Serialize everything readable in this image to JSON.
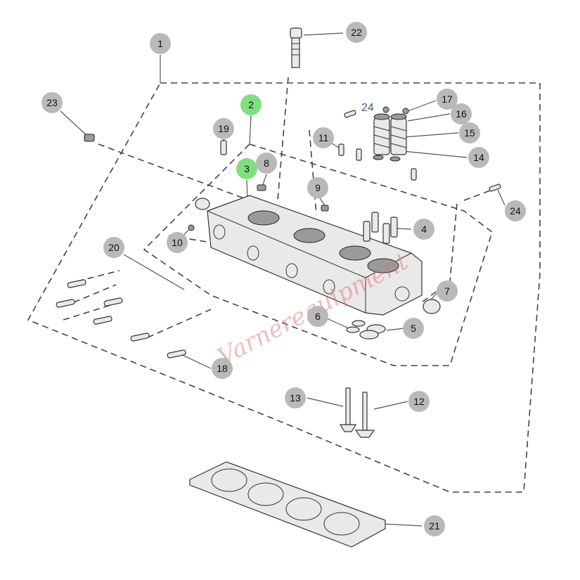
{
  "diagram": {
    "watermark_text": "Varnerequipment",
    "floating_label": "24",
    "colors": {
      "callout_default": "#b9b9b9",
      "callout_highlight": "#7fe07f",
      "line": "#444444",
      "watermark": "#e46a6a"
    },
    "callouts": [
      {
        "id": "1",
        "label": "1",
        "highlighted": false
      },
      {
        "id": "2",
        "label": "2",
        "highlighted": true
      },
      {
        "id": "3",
        "label": "3",
        "highlighted": true
      },
      {
        "id": "4",
        "label": "4",
        "highlighted": false
      },
      {
        "id": "5",
        "label": "5",
        "highlighted": false
      },
      {
        "id": "6",
        "label": "6",
        "highlighted": false
      },
      {
        "id": "7",
        "label": "7",
        "highlighted": false
      },
      {
        "id": "8",
        "label": "8",
        "highlighted": false
      },
      {
        "id": "9",
        "label": "9",
        "highlighted": false
      },
      {
        "id": "10",
        "label": "10",
        "highlighted": false
      },
      {
        "id": "11",
        "label": "11",
        "highlighted": false
      },
      {
        "id": "12",
        "label": "12",
        "highlighted": false
      },
      {
        "id": "13",
        "label": "13",
        "highlighted": false
      },
      {
        "id": "14",
        "label": "14",
        "highlighted": false
      },
      {
        "id": "15",
        "label": "15",
        "highlighted": false
      },
      {
        "id": "16",
        "label": "16",
        "highlighted": false
      },
      {
        "id": "17",
        "label": "17",
        "highlighted": false
      },
      {
        "id": "18",
        "label": "18",
        "highlighted": false
      },
      {
        "id": "19",
        "label": "19",
        "highlighted": false
      },
      {
        "id": "20",
        "label": "20",
        "highlighted": false
      },
      {
        "id": "21",
        "label": "21",
        "highlighted": false
      },
      {
        "id": "22",
        "label": "22",
        "highlighted": false
      },
      {
        "id": "23",
        "label": "23",
        "highlighted": false
      },
      {
        "id": "24",
        "label": "24",
        "highlighted": false
      }
    ]
  }
}
